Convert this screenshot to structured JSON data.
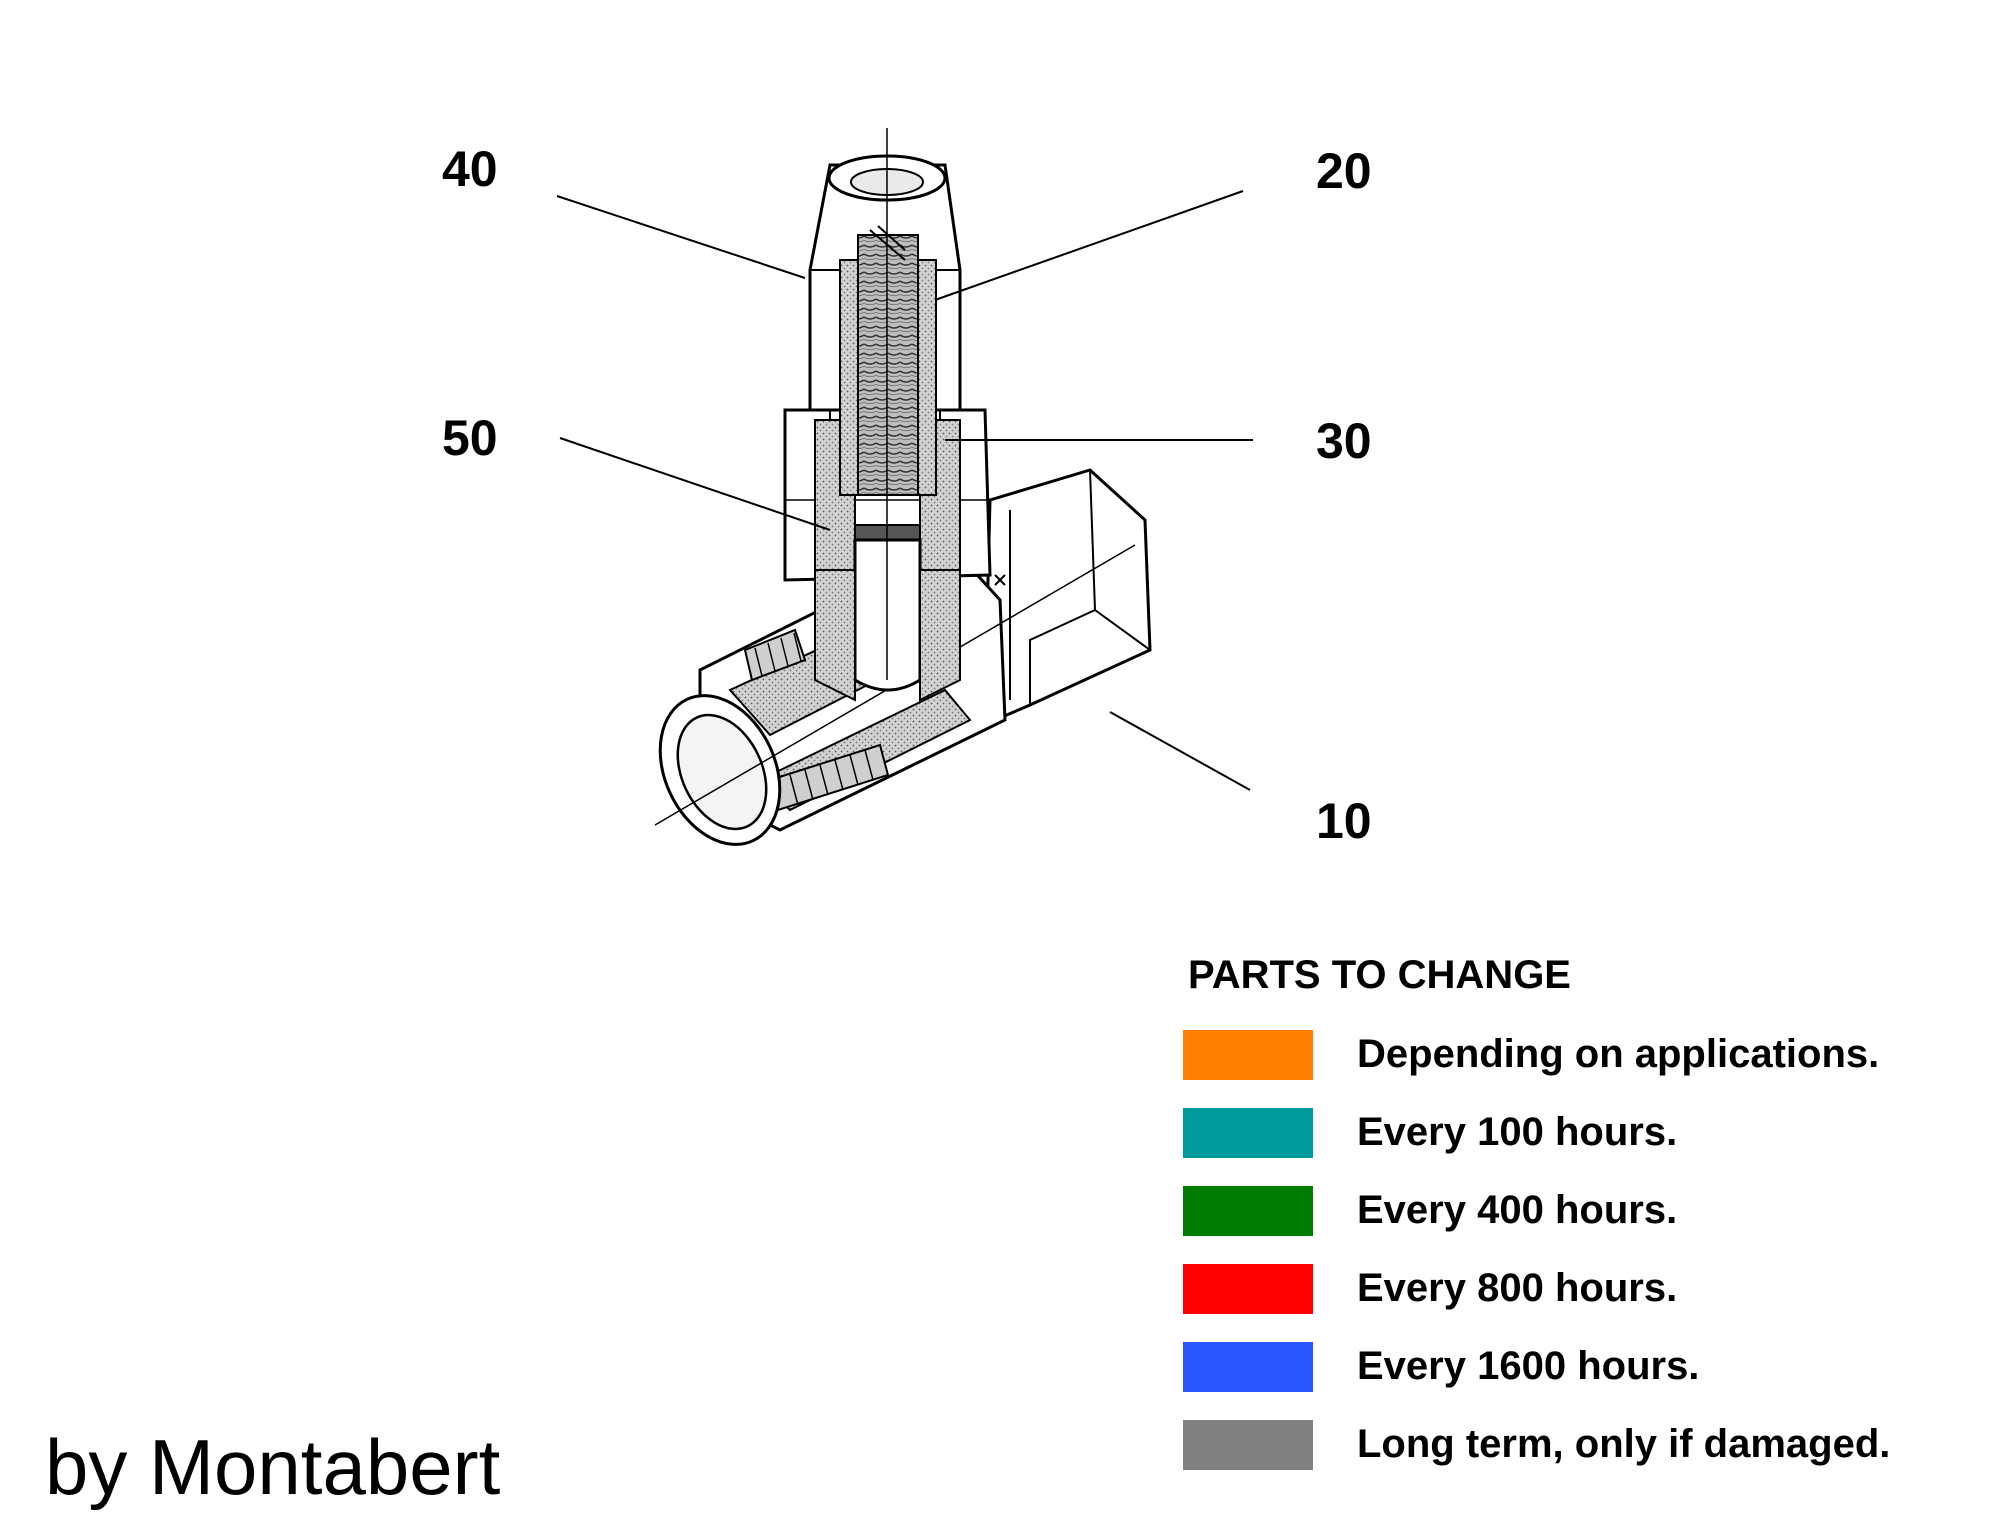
{
  "part_labels": {
    "p40": "40",
    "p20": "20",
    "p50": "50",
    "p30": "30",
    "p10": "10"
  },
  "legend": {
    "title": "PARTS TO CHANGE",
    "items": [
      {
        "label": "Depending on applications.",
        "color": "#ff7f00"
      },
      {
        "label": "Every 100 hours.",
        "color": "#009b9b"
      },
      {
        "label": "Every 400 hours.",
        "color": "#007d00"
      },
      {
        "label": "Every 800 hours.",
        "color": "#ff0000"
      },
      {
        "label": "Every 1600 hours.",
        "color": "#2a55ff"
      },
      {
        "label": "Long term, only if damaged.",
        "color": "#808080"
      }
    ]
  },
  "credit": "by Montabert"
}
